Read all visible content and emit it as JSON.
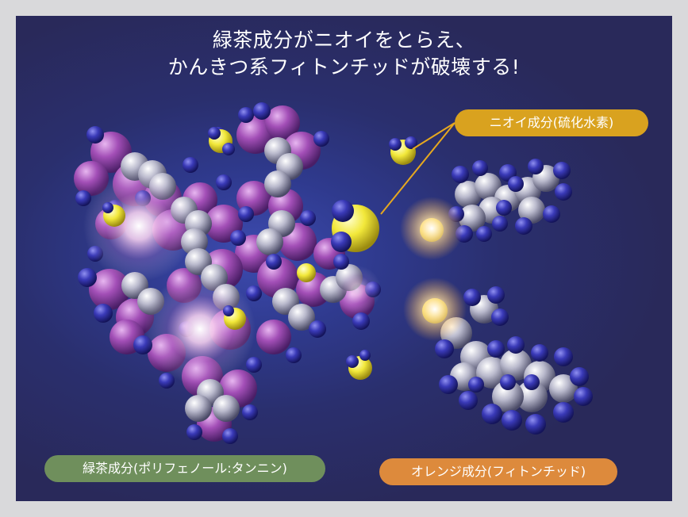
{
  "headline": {
    "line1": "緑茶成分がニオイをとらえ、",
    "line2": "かんきつ系フィトンチッドが破壊する!"
  },
  "labels": {
    "odor": "ニオイ成分(硫化水素)",
    "green_tea": "緑茶成分(ポリフェノール:タンニン)",
    "orange": "オレンジ成分(フィトンチッド)"
  },
  "colors": {
    "background": "#2a2f6e",
    "odor_label": "#d9a21f",
    "green_tea_label": "#6f8f5c",
    "orange_label": "#dd8a3c",
    "hydrogen_sulfide": "#f0e63c",
    "tannin_atoms": "#a050b4",
    "carbon_atoms": "#b4b4c8",
    "hydrogen_atoms": "#3a3ab4"
  }
}
